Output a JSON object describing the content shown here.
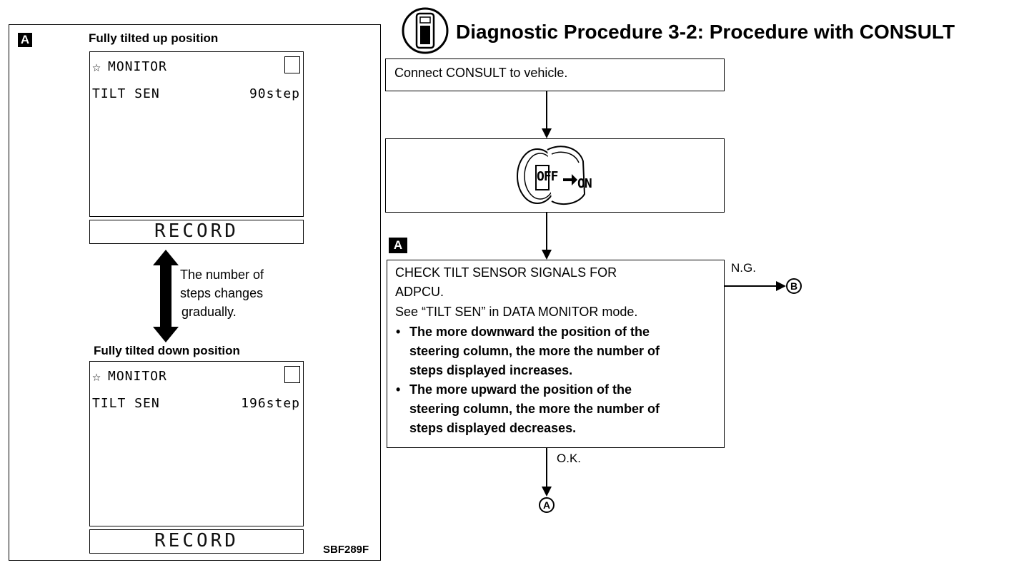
{
  "title": "Diagnostic Procedure 3-2: Procedure with CONSULT",
  "left_panel": {
    "badge": "A",
    "up_caption": "Fully tilted up position",
    "down_caption": "Fully tilted down position",
    "screen_up": {
      "header": "MONITOR",
      "label": "TILT SEN",
      "value": "90step",
      "record": "RECORD"
    },
    "screen_down": {
      "header": "MONITOR",
      "label": "TILT SEN",
      "value": "196step",
      "record": "RECORD"
    },
    "note_lines": [
      "The number of",
      "steps changes",
      "gradually."
    ],
    "figure_id": "SBF289F"
  },
  "flow": {
    "step1": "Connect CONSULT to vehicle.",
    "ignition": {
      "off": "OFF",
      "on": "ON"
    },
    "badge": "A",
    "check_lines": [
      "CHECK TILT SENSOR SIGNALS FOR",
      "ADPCU.",
      "See “TILT SEN” in DATA MONITOR mode."
    ],
    "bullet1_lines": [
      "The more downward the position of the",
      "steering column, the more the number of",
      "steps displayed increases."
    ],
    "bullet2_lines": [
      "The more upward the position of the",
      "steering column, the more the number of",
      "steps displayed decreases."
    ],
    "ng_label": "N.G.",
    "ng_target": "B",
    "ok_label": "O.K.",
    "ok_target": "A"
  }
}
